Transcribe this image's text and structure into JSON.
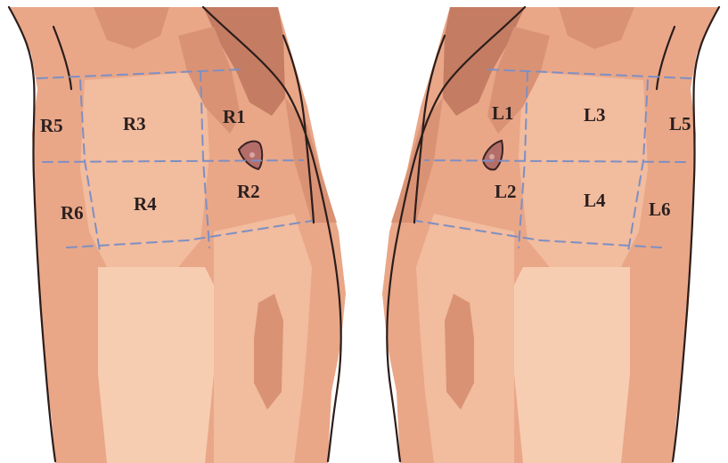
{
  "colors": {
    "skin_base": "#e9a788",
    "skin_light": "#f2bc9e",
    "skin_pale": "#f7cdb2",
    "shade_mid": "#d99274",
    "shade_dark": "#c47c62",
    "grid_line": "#7d8fc4",
    "outline": "#2b1d1b",
    "label_text": "#2a1f1f",
    "background": "#ffffff"
  },
  "right_side": {
    "zones": [
      {
        "id": "R1",
        "label": "R1"
      },
      {
        "id": "R2",
        "label": "R2"
      },
      {
        "id": "R3",
        "label": "R3"
      },
      {
        "id": "R4",
        "label": "R4"
      },
      {
        "id": "R5",
        "label": "R5"
      },
      {
        "id": "R6",
        "label": "R6"
      }
    ]
  },
  "left_side": {
    "zones": [
      {
        "id": "L1",
        "label": "L1"
      },
      {
        "id": "L2",
        "label": "L2"
      },
      {
        "id": "L3",
        "label": "L3"
      },
      {
        "id": "L4",
        "label": "L4"
      },
      {
        "id": "L5",
        "label": "L5"
      },
      {
        "id": "L6",
        "label": "L6"
      }
    ]
  }
}
